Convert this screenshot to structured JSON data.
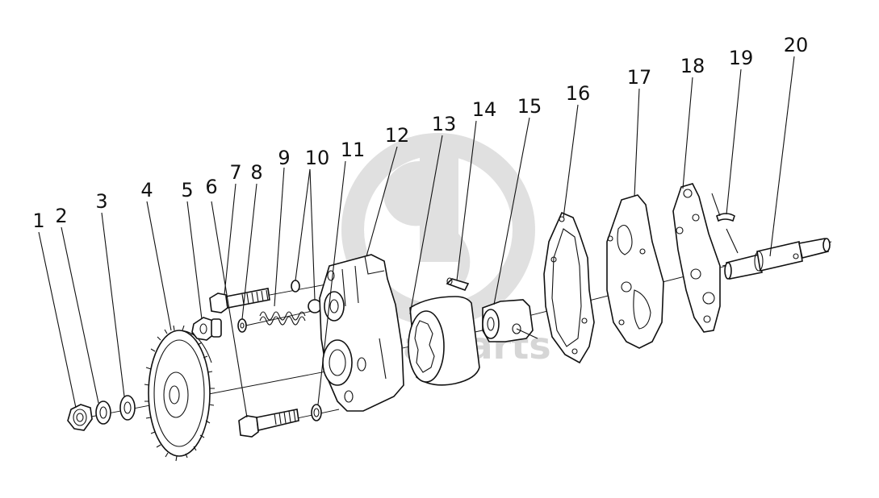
{
  "watermark": {
    "text": "deta parts",
    "color": "#c8c8c8"
  },
  "callouts": [
    "1",
    "2",
    "3",
    "4",
    "5",
    "6",
    "7",
    "8",
    "9",
    "10",
    "11",
    "12",
    "13",
    "14",
    "15",
    "16",
    "17",
    "18",
    "19",
    "20"
  ],
  "colors": {
    "line": "#111111",
    "background": "#ffffff"
  }
}
